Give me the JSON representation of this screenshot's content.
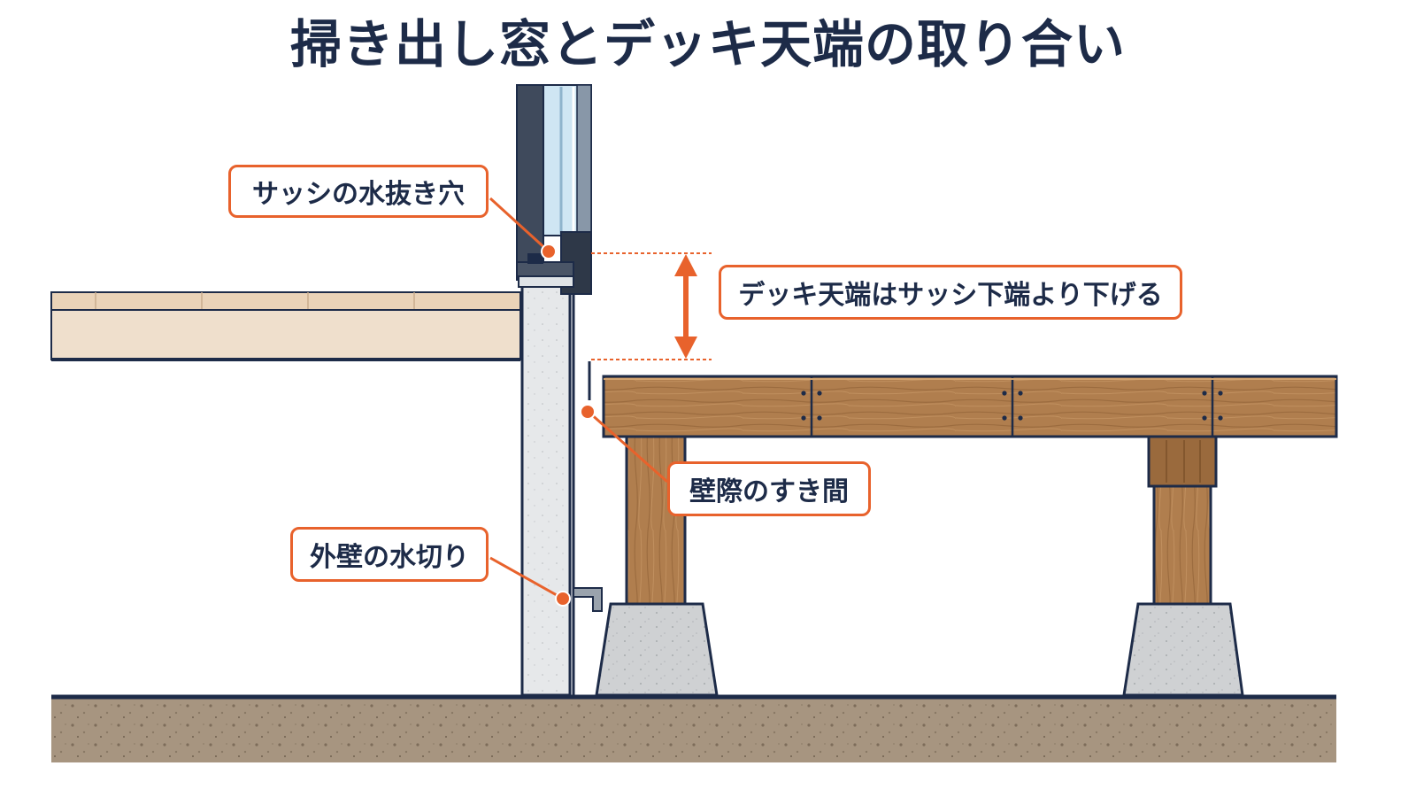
{
  "title": "掃き出し窓とデッキ天端の取り合い",
  "labels": {
    "sash_drain": "サッシの水抜き穴",
    "deck_height": "デッキ天端はサッシ下端より下げる",
    "wall_gap": "壁際のすき間",
    "wall_flashing": "外壁の水切り"
  },
  "colors": {
    "accent": "#e8622c",
    "navy": "#1d2b48",
    "wood": "#b07e4e",
    "concrete": "#cfd1d3",
    "soil": "#a79580",
    "glass": "#cfe6f3",
    "floor": "#ecd9c4"
  }
}
